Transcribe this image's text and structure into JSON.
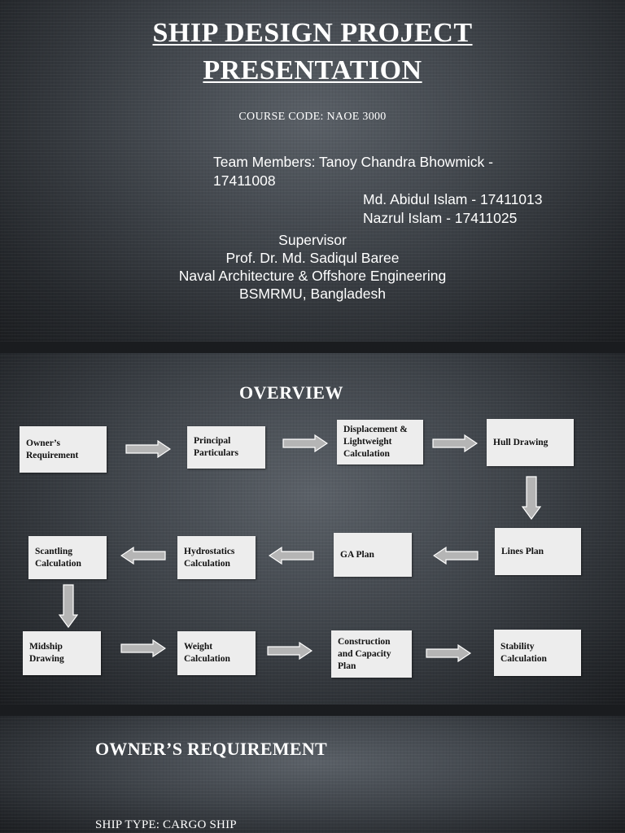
{
  "slide1": {
    "title_line1": "SHIP DESIGN PROJECT",
    "title_line2": "PRESENTATION",
    "course_code": "COURSE CODE: NAOE 3000",
    "team_line1": "Team Members:  Tanoy Chandra Bhowmick -",
    "team_line2": "17411008",
    "member2": "Md. Abidul Islam - 17411013",
    "member3": "Nazrul Islam - 17411025",
    "supervisor_label": "Supervisor",
    "supervisor_name": "Prof. Dr. Md. Sadiqul Baree",
    "department": "Naval Architecture & Offshore Engineering",
    "university": "BSMRMU, Bangladesh"
  },
  "slide2": {
    "title": "OVERVIEW",
    "steps": [
      "Owner’s\nRequirement",
      "Principal\nParticulars",
      "Displacement &\nLightweight\nCalculation",
      "Hull Drawing",
      "Lines Plan",
      "GA Plan",
      "Hydrostatics\nCalculation",
      "Scantling\nCalculation",
      "Midship\nDrawing",
      "Weight\nCalculation",
      "Construction\nand Capacity\nPlan",
      "Stability\nCalculation"
    ]
  },
  "slide3": {
    "title": "OWNER’S REQUIREMENT",
    "ship_type": "SHIP TYPE: CARGO SHIP"
  },
  "colors": {
    "box_fill": "#ededed",
    "arrow_fill": "#b5b5b5",
    "arrow_stroke": "#ffffff"
  }
}
